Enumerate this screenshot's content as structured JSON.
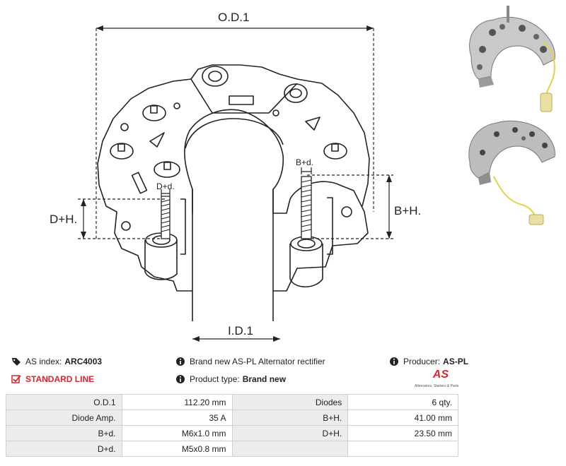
{
  "drawing": {
    "labels": {
      "od": "O.D.1",
      "id": "I.D.1",
      "dh": "D+H.",
      "bh": "B+H.",
      "dd": "D+d.",
      "bd": "B+d."
    }
  },
  "photos": {
    "top": "rectifier-photo-top-view",
    "bottom": "rectifier-photo-bottom-view"
  },
  "info": {
    "index_label": "AS index:",
    "index_value": "ARC4003",
    "line_label": "STANDARD LINE",
    "description": "Brand new AS-PL Alternator rectifier",
    "type_label": "Product type:",
    "type_value": "Brand new",
    "producer_label": "Producer:",
    "producer_value": "AS-PL",
    "logo_text": "AS",
    "logo_tagline": "Alternators, Starters & Parts"
  },
  "specs": [
    {
      "l1": "O.D.1",
      "v1": "112.20 mm",
      "l2": "Diodes",
      "v2": "6 qty."
    },
    {
      "l1": "Diode Amp.",
      "v1": "35 A",
      "l2": "B+H.",
      "v2": "41.00 mm"
    },
    {
      "l1": "B+d.",
      "v1": "M6x1.0 mm",
      "l2": "D+H.",
      "v2": "23.50 mm"
    },
    {
      "l1": "D+d.",
      "v1": "M5x0.8 mm",
      "l2": "",
      "v2": ""
    }
  ],
  "colors": {
    "accent_red": "#d9232d",
    "label_bg": "#ececec"
  },
  "icons": {
    "tag": "tag-icon",
    "check": "checkbox-icon",
    "info": "info-icon"
  }
}
